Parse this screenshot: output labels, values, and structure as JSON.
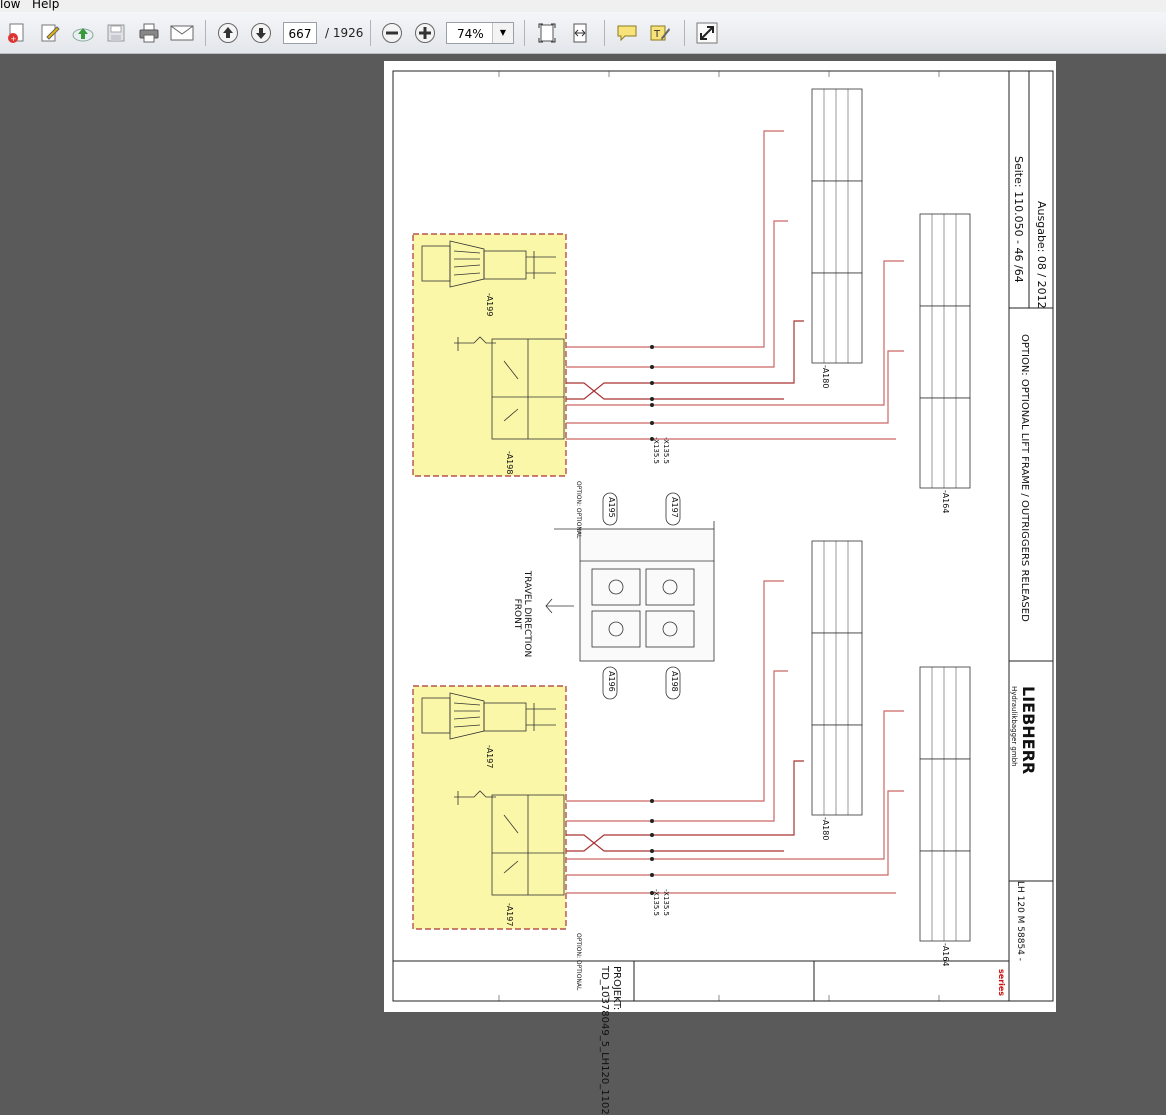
{
  "menu": {
    "items": [
      "low",
      "Help"
    ]
  },
  "toolbar": {
    "page_current": "667",
    "page_total": "/ 1926",
    "zoom": "74%"
  },
  "drawing": {
    "company": "LIEBHERR",
    "company_sub": "Hydraulikbagger gmbh",
    "title": "OPTION: OPTIONAL LIFT FRAME / OUTRIGGERS RELEASED",
    "model": "LH 120 M  58854 -",
    "seite": "Seite:  110.050 - 46 /64",
    "ausgabe": "Ausgabe:  08 / 2012",
    "projekt": "PROJEKT:",
    "project_no": "TD_10378049_5_LH120_1102",
    "series": "series",
    "travel_direction": "TRAVEL DIRECTION FRONT",
    "labels": {
      "a195": "A195",
      "a197": "A197",
      "a196": "A196",
      "a198": "A198",
      "m199": "-A199",
      "m198": "-A198",
      "m197": "-A197",
      "m197b": "-A197",
      "m180": "-A180",
      "m180b": "-A180",
      "m164": "-A164",
      "m164b": "-A164",
      "option": "OPTION: OPTIONAL",
      "option2": "OPTION: OPTIONAL",
      "x135a": "-X135.5",
      "x135b": "-X135.5",
      "x135c": "-X135.5",
      "x135d": "-X135.5"
    }
  }
}
